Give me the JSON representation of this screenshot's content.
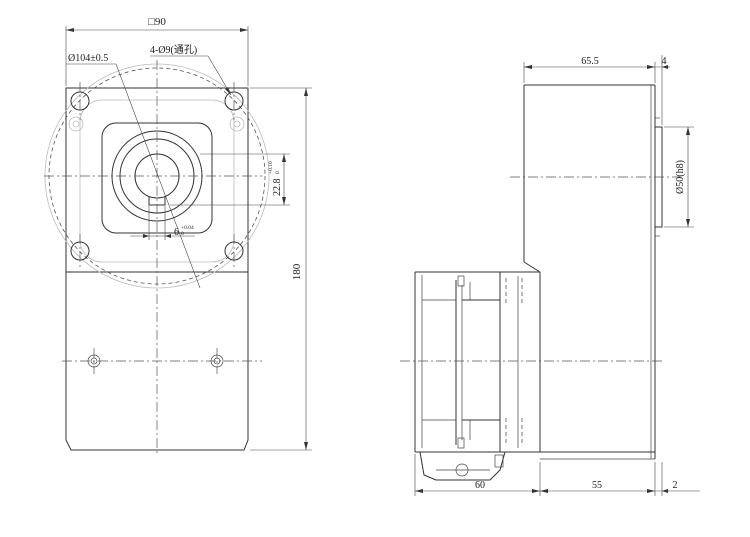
{
  "dimensions": {
    "square_size": "□90",
    "flange_diameter": "Ø104±0.5",
    "mounting_holes": "4-Ø9(通孔)",
    "key_height": "22.8",
    "key_height_tol": "+0.10",
    "key_height_tol_low": "0",
    "key_width": "6",
    "key_width_tol": "+0.04",
    "key_width_tol_low": "0",
    "total_height": "180",
    "flange_thickness": "65.5",
    "shaft_protrusion": "4",
    "shaft_diameter": "Ø50(h8)",
    "motor_length": "60",
    "gear_length": "55",
    "end_offset": "2"
  }
}
